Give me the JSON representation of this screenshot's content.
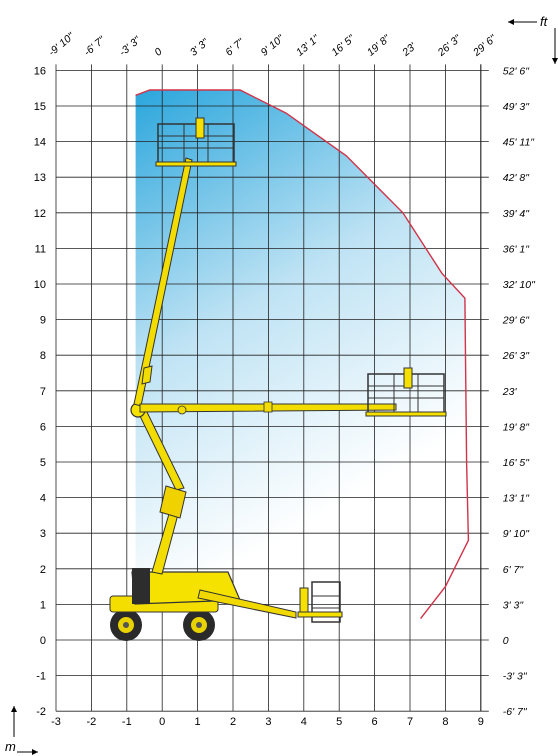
{
  "units": {
    "ft": "ft",
    "m": "m"
  },
  "chart_data": {
    "type": "diagram",
    "x_ticks_m": [
      "-3",
      "-2",
      "-1",
      "0",
      "1",
      "2",
      "3",
      "4",
      "5",
      "6",
      "7",
      "8",
      "9"
    ],
    "y_ticks_m": [
      "-2",
      "-1",
      "0",
      "1",
      "2",
      "3",
      "4",
      "5",
      "6",
      "7",
      "8",
      "9",
      "10",
      "11",
      "12",
      "13",
      "14",
      "15",
      "16"
    ],
    "x_ticks_ft": [
      "-9' 10\"",
      "-6' 7\"",
      "-3' 3\"",
      "0",
      "3' 3\"",
      "6' 7\"",
      "9' 10\"",
      "13' 1\"",
      "16' 5\"",
      "19' 8\"",
      "23'",
      "26' 3\"",
      "29' 6\""
    ],
    "y_ticks_ft": [
      "-6' 7\"",
      "-3' 3\"",
      "0",
      "3' 3\"",
      "6' 7\"",
      "9' 10\"",
      "13' 1\"",
      "16' 5\"",
      "19' 8\"",
      "23'",
      "26' 3\"",
      "29' 6\"",
      "32' 10\"",
      "36' 1\"",
      "39' 4\"",
      "42' 8\"",
      "45' 11\"",
      "49' 3\"",
      "52' 6\""
    ],
    "xlim_m": [
      -3,
      9
    ],
    "ylim_m": [
      -2,
      16
    ],
    "envelope_m": [
      [
        -0.75,
        15.3
      ],
      [
        -0.35,
        15.45
      ],
      [
        2.2,
        15.45
      ],
      [
        3.5,
        14.8
      ],
      [
        5.2,
        13.6
      ],
      [
        6.8,
        12.0
      ],
      [
        7.9,
        10.3
      ],
      [
        8.55,
        9.6
      ],
      [
        8.6,
        5.0
      ],
      [
        8.65,
        2.8
      ],
      [
        8.0,
        1.5
      ],
      [
        7.3,
        0.6
      ]
    ],
    "platform_positions_m": [
      [
        1.2,
        14.0
      ],
      [
        6.5,
        6.9
      ],
      [
        4.4,
        1.1
      ]
    ],
    "colors": {
      "grid": "#222222",
      "envelope_line": "#d0334a",
      "gradient_top": "#33aadd",
      "gradient_bottom": "#ffffff",
      "machine_yellow": "#f5e000",
      "machine_dark": "#2a2a2a"
    }
  }
}
